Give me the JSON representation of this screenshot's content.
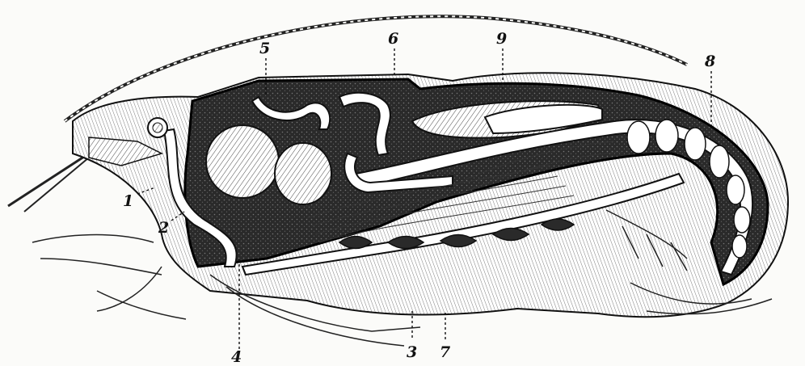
{
  "figure": {
    "labels": [
      {
        "id": "1",
        "text": "1"
      },
      {
        "id": "2",
        "text": "2"
      },
      {
        "id": "3",
        "text": "3"
      },
      {
        "id": "4",
        "text": "4"
      },
      {
        "id": "5",
        "text": "5"
      },
      {
        "id": "6",
        "text": "6"
      },
      {
        "id": "7",
        "text": "7"
      },
      {
        "id": "8",
        "text": "8"
      },
      {
        "id": "9",
        "text": "9"
      }
    ],
    "colors": {
      "ink": "#111111",
      "paper": "#fbfbf9",
      "cavity": "#1a1a1a",
      "tissue": "#ffffff"
    }
  }
}
